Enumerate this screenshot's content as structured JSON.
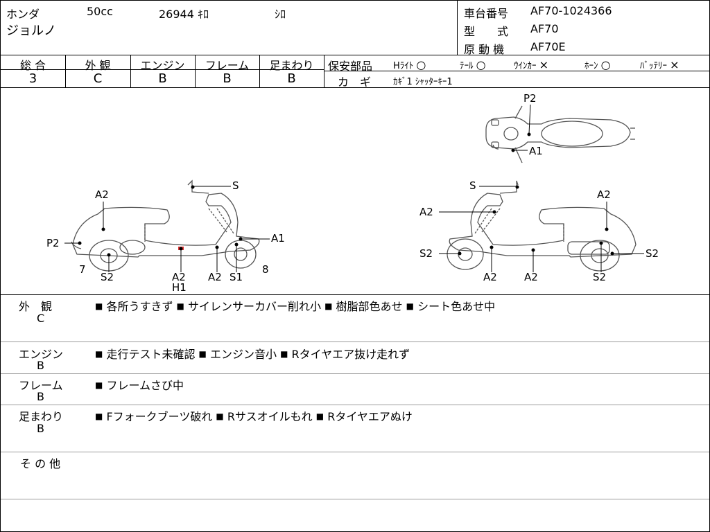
{
  "header": {
    "maker": "ホンダ",
    "displacement": "50cc",
    "mileage": "26944 ｷﾛ",
    "color": "ｼﾛ",
    "model_name": "ジョルノ",
    "frame_no_label": "車台番号",
    "frame_no": "AF70-1024366",
    "type_label": "型　　式",
    "type_value": "AF70",
    "engine_label": "原 動 機",
    "engine_value": "AF70E"
  },
  "grades": [
    {
      "label": "総 合",
      "value": "3"
    },
    {
      "label": "外 観",
      "value": "C"
    },
    {
      "label": "エンジン",
      "value": "B"
    },
    {
      "label": "フレーム",
      "value": "B"
    },
    {
      "label": "足まわり",
      "value": "B"
    }
  ],
  "safety": {
    "label": "保安部品",
    "items": [
      {
        "name": "Hﾗｲﾄ",
        "mark": "○"
      },
      {
        "name": "ﾃｰﾙ",
        "mark": "○"
      },
      {
        "name": "ｳｲﾝｶｰ",
        "mark": "×"
      },
      {
        "name": "ﾎｰﾝ",
        "mark": "○"
      },
      {
        "name": "ﾊﾞｯﾃﾘｰ",
        "mark": "×"
      }
    ],
    "key_label": "カ　ギ",
    "key_value": "ｶｷﾞ1 ｼｬｯﾀｰｷｰ1"
  },
  "diagram_labels": {
    "top_p2": "P2",
    "top_a1": "A1",
    "left_s": "S",
    "left_a2_seat": "A2",
    "left_p2": "P2",
    "left_a1": "A1",
    "left_7": "7",
    "left_s2": "S2",
    "left_a2_under": "A2",
    "left_h1": "H1",
    "left_a2_front": "A2",
    "left_s1": "S1",
    "left_8": "8",
    "right_s": "S",
    "right_a2_seat": "A2",
    "right_a2_front": "A2",
    "right_s2_front": "S2",
    "right_a2_bottom1": "A2",
    "right_a2_bottom2": "A2",
    "right_s2_rear": "S2",
    "right_s2_rear_low": "S2"
  },
  "notes": [
    {
      "label": "外　観",
      "grade": "C",
      "items": [
        "各所うすきず",
        "サイレンサーカバー削れ小",
        "樹脂部色あせ",
        "シート色あせ中"
      ]
    },
    {
      "label": "エンジン",
      "grade": "B",
      "items": [
        "走行テスト未確認",
        "エンジン音小",
        "Rタイヤエア抜け走れず"
      ]
    },
    {
      "label": "フレーム",
      "grade": "B",
      "items": [
        "フレームさび中"
      ]
    },
    {
      "label": "足まわり",
      "grade": "B",
      "items": [
        "Fフォークブーツ破れ",
        "Rサスオイルもれ",
        "Rタイヤエアぬけ"
      ]
    }
  ],
  "other_label": "そ の 他",
  "bullet": "■"
}
